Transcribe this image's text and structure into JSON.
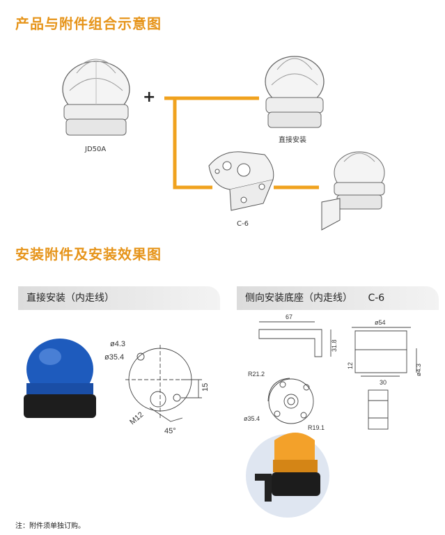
{
  "colors": {
    "accent": "#f0a21e",
    "heading": "#e6941a",
    "blue": "#1e5bbd",
    "amber": "#f3a12a"
  },
  "section1": {
    "title": "产品与附件组合示意图",
    "plus": "+",
    "product_label": "JD50A",
    "direct_label": "直接安装",
    "bracket_label": "C-6"
  },
  "section2": {
    "title": "安装附件及安装效果图",
    "tab_left": "直接安装（内走线）",
    "tab_right": "侧向安装底座（内走线）",
    "tab_right_code": "C-6",
    "left_dims": {
      "d1": "ø4.3",
      "d2": "ø35.4",
      "thread": "M12",
      "h": "15",
      "angle": "45°"
    },
    "right_dims": {
      "w67": "67",
      "h31": "31.8",
      "r21": "R21.2",
      "d35": "ø35.4",
      "r19": "R19.1",
      "d54": "ø54",
      "h12": "12",
      "w30": "30",
      "d43": "ø4.3"
    }
  },
  "footer_note": "注：附件须单独订购。"
}
